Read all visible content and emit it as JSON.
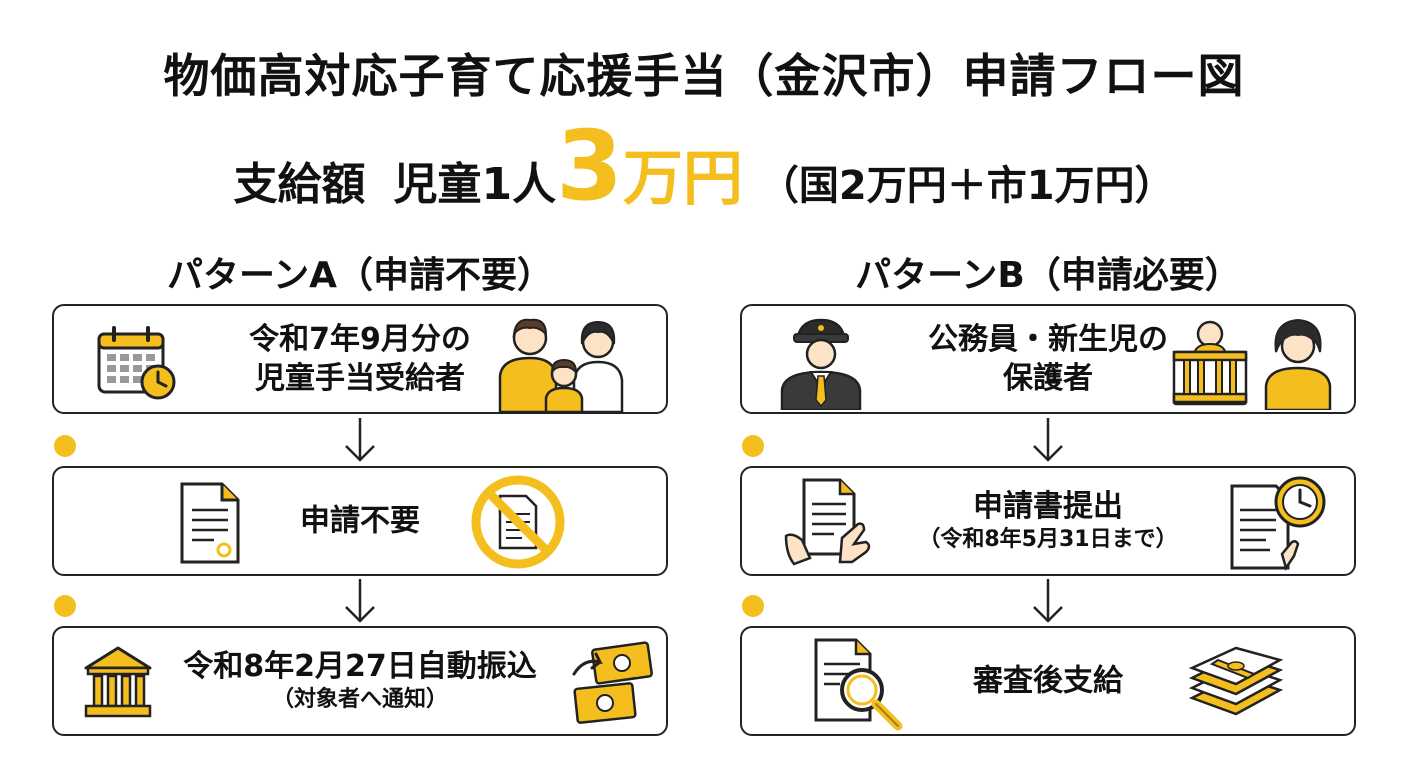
{
  "title": "物価高対応子育て応援手当（金沢市）申請フロー図",
  "amount": {
    "label": "支給額",
    "per": "児童1人",
    "big": "3",
    "unit": "万円",
    "detail": "（国2万円＋市1万円）"
  },
  "pattern_a": {
    "title": "パターンA（申請不要）",
    "step1_line1": "令和7年9月分の",
    "step1_line2": "児童手当受給者",
    "step2": "申請不要",
    "step3_main": "令和8年2月27日自動振込",
    "step3_sub": "（対象者へ通知）"
  },
  "pattern_b": {
    "title": "パターンB（申請必要）",
    "step1_line1": "公務員・新生児の",
    "step1_line2": "保護者",
    "step2_main": "申請書提出",
    "step2_sub": "（令和8年5月31日まで）",
    "step3": "審査後支給"
  },
  "colors": {
    "accent": "#f3be1e",
    "text": "#111111",
    "border": "#222222"
  }
}
